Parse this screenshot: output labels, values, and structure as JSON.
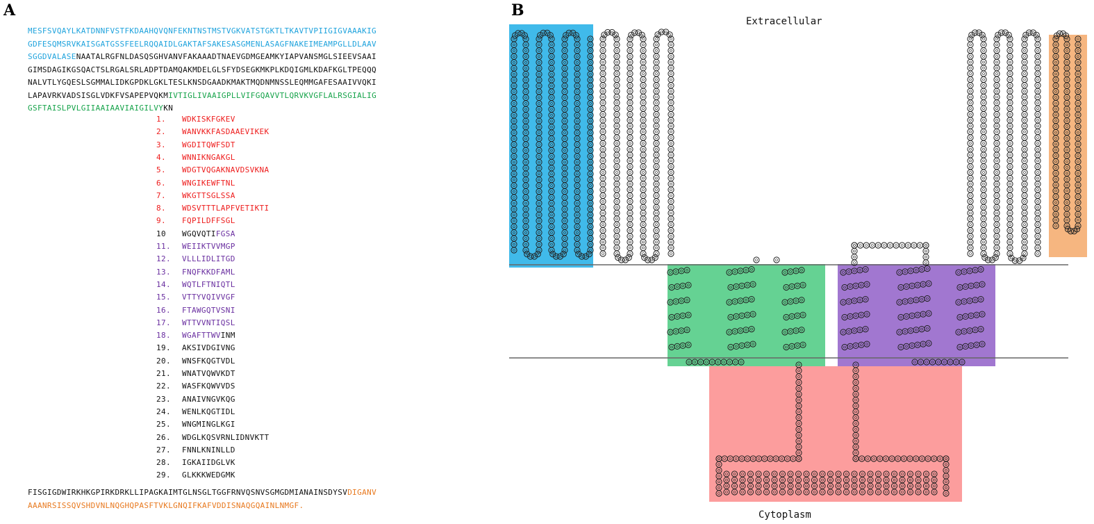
{
  "panel_a": {
    "letter": "A",
    "sequence_lines": [
      [
        {
          "text": "MESFSVQAYLKATDNNFVSTFKDAAHQVQNFEKNTNSTMSTVGKVATSTGKTLTKAVTVPIIGIGVAAAKIG",
          "color": "blue"
        }
      ],
      [
        {
          "text": "GDFESQMSRVKAISGATGSSFEELRQQAIDLGAKTAFSAKESASGMENLASAGFNAKEIMEAMPGLLDLAAV",
          "color": "blue"
        }
      ],
      [
        {
          "text": "SGGDVALASE",
          "color": "blue"
        },
        {
          "text": "NAATALRGFNLDASQSGHVANVFAKAAADTNAEVGDMGEAMKYIAPVANSMGLSIEEVSAAI",
          "color": "black"
        }
      ],
      [
        {
          "text": "GIMSDAGIKGSQACTSLRGALSRLADPTDAMQAKMDELGLSFYDSEGKMKPLKDQIGMLKDAFKGLTPEQQQ",
          "color": "black"
        }
      ],
      [
        {
          "text": "NALVTLYGQESLSGMMALIDKGPDKLGKLTESLKNSDGAADKMAKTMQDNMNSSLEQMMGAFESAAIVVQKI",
          "color": "black"
        }
      ],
      [
        {
          "text": "LAPAVRKVADSISGLVDKFVSAPEPVQKM",
          "color": "black"
        },
        {
          "text": "IVTIGLIVAAIGPLLVIFGQAVVTLQRVKVGFLALRSGIALIG",
          "color": "green"
        }
      ],
      [
        {
          "text": "GSFTAISLPVLGIIAAIAAVIAIGILVY",
          "color": "green"
        },
        {
          "text": "KN",
          "color": "black"
        }
      ]
    ],
    "peptides": [
      {
        "num": "1.",
        "num_color": "red",
        "parts": [
          {
            "text": "WDKISKFGKEV",
            "color": "red"
          }
        ]
      },
      {
        "num": "2.",
        "num_color": "red",
        "parts": [
          {
            "text": "WANVKKFASDAAEVIKEK",
            "color": "red"
          }
        ]
      },
      {
        "num": "3.",
        "num_color": "red",
        "parts": [
          {
            "text": "WGDITQWFSDT",
            "color": "red"
          }
        ]
      },
      {
        "num": "4.",
        "num_color": "red",
        "parts": [
          {
            "text": "WNNIKNGAKGL",
            "color": "red"
          }
        ]
      },
      {
        "num": "5.",
        "num_color": "red",
        "parts": [
          {
            "text": "WDGTVQGAKNAVDSVKNA",
            "color": "red"
          }
        ]
      },
      {
        "num": "6.",
        "num_color": "red",
        "parts": [
          {
            "text": "WNGIKEWFTNL",
            "color": "red"
          }
        ]
      },
      {
        "num": "7.",
        "num_color": "red",
        "parts": [
          {
            "text": "WKGTTSGLSSA",
            "color": "red"
          }
        ]
      },
      {
        "num": "8.",
        "num_color": "red",
        "parts": [
          {
            "text": "WDSVTTTLAPFVETIKTI",
            "color": "red"
          }
        ]
      },
      {
        "num": "9.",
        "num_color": "red",
        "parts": [
          {
            "text": "FQPILDFFSGL",
            "color": "red"
          }
        ]
      },
      {
        "num": "10",
        "num_color": "black",
        "parts": [
          {
            "text": "WGQVQTI",
            "color": "black"
          },
          {
            "text": "FGSA",
            "color": "purple"
          }
        ]
      },
      {
        "num": "11.",
        "num_color": "purple",
        "parts": [
          {
            "text": "WEIIKTVVMGP",
            "color": "purple"
          }
        ]
      },
      {
        "num": "12.",
        "num_color": "purple",
        "parts": [
          {
            "text": "VLLLIDLITGD",
            "color": "purple"
          }
        ]
      },
      {
        "num": "13.",
        "num_color": "purple",
        "parts": [
          {
            "text": "FNQFKKDFAML",
            "color": "purple"
          }
        ]
      },
      {
        "num": "14.",
        "num_color": "purple",
        "parts": [
          {
            "text": "WQTLFTNIQTL",
            "color": "purple"
          }
        ]
      },
      {
        "num": "15.",
        "num_color": "purple",
        "parts": [
          {
            "text": "VTTYVQIVVGF",
            "color": "purple"
          }
        ]
      },
      {
        "num": "16.",
        "num_color": "purple",
        "parts": [
          {
            "text": "FTAWGQTVSNI",
            "color": "purple"
          }
        ]
      },
      {
        "num": "17.",
        "num_color": "purple",
        "parts": [
          {
            "text": "WTTVVNTIQSL",
            "color": "purple"
          }
        ]
      },
      {
        "num": "18.",
        "num_color": "purple",
        "parts": [
          {
            "text": "WGAFTTWV",
            "color": "purple"
          },
          {
            "text": "INM",
            "color": "black"
          }
        ]
      },
      {
        "num": "19.",
        "num_color": "black",
        "parts": [
          {
            "text": "AKSIVDGIVNG",
            "color": "black"
          }
        ]
      },
      {
        "num": "20.",
        "num_color": "black",
        "parts": [
          {
            "text": "WNSFKQGTVDL",
            "color": "black"
          }
        ]
      },
      {
        "num": "21.",
        "num_color": "black",
        "parts": [
          {
            "text": "WNATVQWVKDT",
            "color": "black"
          }
        ]
      },
      {
        "num": "22.",
        "num_color": "black",
        "parts": [
          {
            "text": "WASFKQWVVDS",
            "color": "black"
          }
        ]
      },
      {
        "num": "23.",
        "num_color": "black",
        "parts": [
          {
            "text": "ANAIVNGVKQG",
            "color": "black"
          }
        ]
      },
      {
        "num": "24.",
        "num_color": "black",
        "parts": [
          {
            "text": "WENLKQGTIDL",
            "color": "black"
          }
        ]
      },
      {
        "num": "25.",
        "num_color": "black",
        "parts": [
          {
            "text": "WNGMINGLKGI",
            "color": "black"
          }
        ]
      },
      {
        "num": "26.",
        "num_color": "black",
        "parts": [
          {
            "text": "WDGLKQSVRNLIDNVKTT",
            "color": "black"
          }
        ]
      },
      {
        "num": "27.",
        "num_color": "black",
        "parts": [
          {
            "text": "FNNLKNINLLD",
            "color": "black"
          }
        ]
      },
      {
        "num": "28.",
        "num_color": "black",
        "parts": [
          {
            "text": "IGKAIIDGLVK",
            "color": "black"
          }
        ]
      },
      {
        "num": "29.",
        "num_color": "black",
        "parts": [
          {
            "text": "GLKKKWEDGMK",
            "color": "black"
          }
        ]
      }
    ],
    "tail_lines": [
      [
        {
          "text": "FISGIGDWIRKHKGPIRKDRKLLIPAGKAIMTGLNSGLTGGFRNVQSNVSGMGDMIANAINSDYSV",
          "color": "black"
        },
        {
          "text": "DIGANV",
          "color": "orange"
        }
      ],
      [
        {
          "text": "AAANRSISSQVSHDVNLNQGHQPASFTVKLGNQIFKAFVDDISNAQGQAINLNMGF.",
          "color": "orange"
        }
      ]
    ]
  },
  "panel_b": {
    "letter": "B",
    "top_label": "Extracellular",
    "bottom_label": "Cytoplasm",
    "colors": {
      "blue_box": "#1eaee6",
      "orange_box": "#f4a96a",
      "green_box": "#3ec778",
      "purple_box": "#8a55c4",
      "red_box": "#fb8585",
      "bead": "#222222",
      "membrane_line": "#666666"
    }
  },
  "palette": {
    "blue": "#1fa3dd",
    "black": "#111111",
    "green": "#16a34a",
    "red": "#ee1c1c",
    "purple": "#6a2fa0",
    "orange": "#e8791f"
  }
}
